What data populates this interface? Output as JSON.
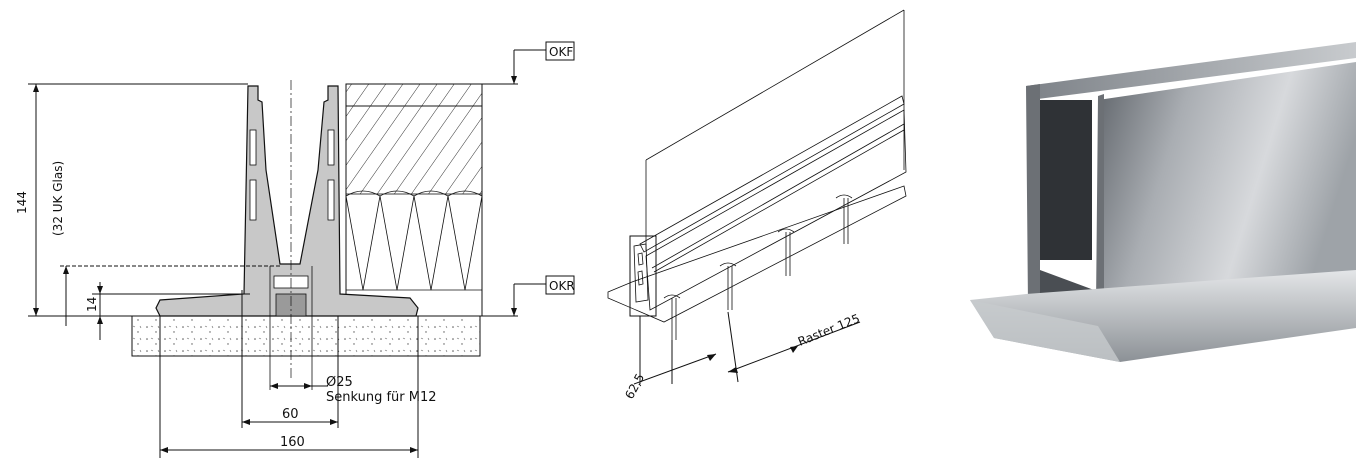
{
  "section": {
    "dimensions": {
      "height_total": "144",
      "glass_bottom": "(32 UK Glas)",
      "base_thickness": "14",
      "hole_diameter": "Ø25",
      "countersink": "Senkung für M12",
      "width_60": "60",
      "width_160": "160"
    },
    "levels": {
      "top": "OKF",
      "raw": "OKR"
    }
  },
  "isometric": {
    "edge_distance": "62,5",
    "spacing": "Raster 125"
  },
  "colors": {
    "line": "#111111",
    "profile_fill": "#c8c8c8",
    "concrete": "#eeeeee",
    "aluminium_light": "#c9ccd0",
    "aluminium_dark": "#6f747a"
  }
}
